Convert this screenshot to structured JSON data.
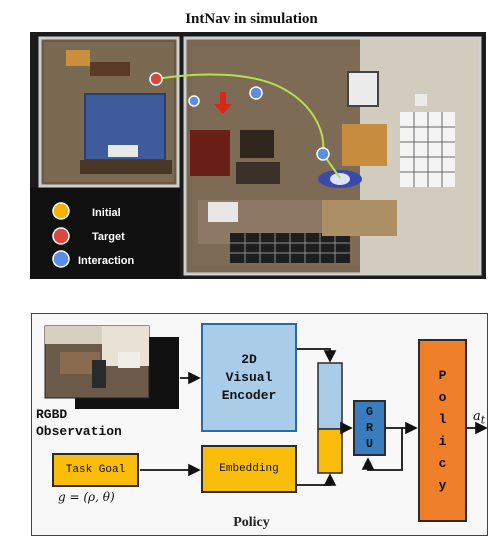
{
  "top_panel": {
    "title": "IntNav in simulation",
    "legend": [
      {
        "label": "Initial",
        "color": "#f3b30a"
      },
      {
        "label": "Target",
        "color": "#d9483c"
      },
      {
        "label": "Interaction",
        "color": "#5b8de3"
      }
    ]
  },
  "policy_panel": {
    "caption": "Policy",
    "observation_label_line1": "RGBD",
    "observation_label_line2": "Observation",
    "encoder_line1": "2D",
    "encoder_line2": "Visual",
    "encoder_line3": "Encoder",
    "task_goal": "Task Goal",
    "embedding": "Embedding",
    "goal_formula": "g = (ρ, θ)",
    "gru_letters": [
      "G",
      "R",
      "U"
    ],
    "policy_letters": [
      "P",
      "o",
      "l",
      "i",
      "c",
      "y"
    ],
    "output_label": "a",
    "output_subscript": "t"
  },
  "colors": {
    "encoder_fill": "#a9cde9",
    "embedding_fill": "#fbbd0b",
    "gru_fill": "#3a7dbf",
    "policy_fill": "#f07f2a"
  }
}
